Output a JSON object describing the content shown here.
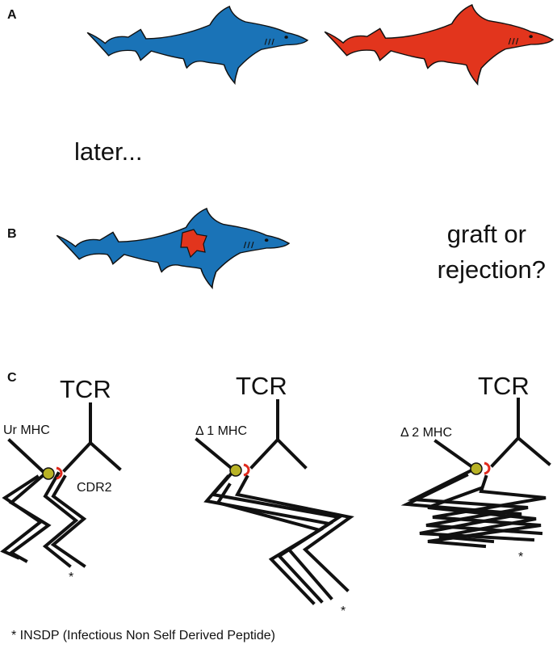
{
  "colors": {
    "shark_blue": "#1a73b7",
    "shark_red": "#e2351d",
    "mhc_circle": "#b8b225",
    "cdr2_arc": "#e0291d",
    "line": "#111111"
  },
  "panel_a": {
    "letter": "A",
    "sharks": [
      "blue-shark",
      "red-shark"
    ],
    "caption": "later..."
  },
  "panel_b": {
    "letter": "B",
    "question": [
      "graft or",
      "rejection?"
    ]
  },
  "panel_c": {
    "letter": "C",
    "structures": [
      {
        "tcr_label": "TCR",
        "mhc_label": "Ur MHC",
        "cdr_label": "CDR2",
        "marker": "*"
      },
      {
        "tcr_label": "TCR",
        "mhc_label": "Δ 1 MHC",
        "marker": "*"
      },
      {
        "tcr_label": "TCR",
        "mhc_label": "Δ 2 MHC",
        "marker": "*"
      }
    ],
    "footnote": "* INSDP (Infectious Non Self Derived Peptide)"
  }
}
